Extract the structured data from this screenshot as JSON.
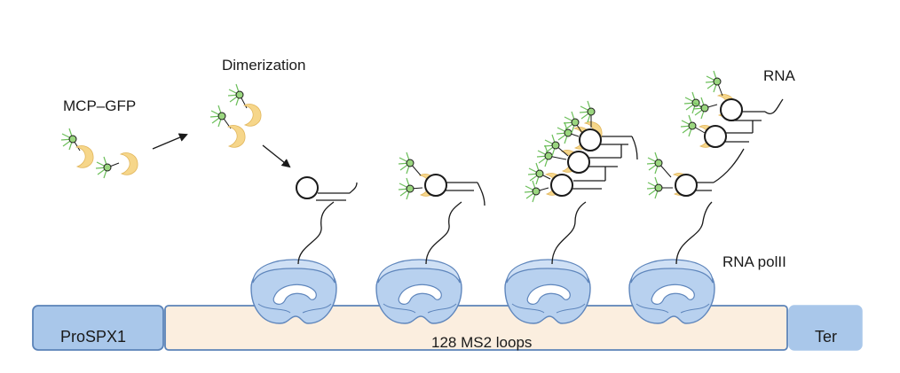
{
  "labels": {
    "mcp_gfp": "MCP–GFP",
    "dimerization": "Dimerization",
    "rna": "RNA",
    "rna_polii": "RNA polII",
    "promoter": "ProSPX1",
    "loops": "128 MS2 loops",
    "terminator": "Ter"
  },
  "colors": {
    "box_blue_fill": "#a9c7ea",
    "box_blue_stroke": "#5b83b8",
    "gene_body_fill": "#fbeedf",
    "polymerase_fill": "#b8d1ef",
    "polymerase_stroke": "#5f86bc",
    "mcp_yellow": "#f6d68a",
    "gfp_green": "#6cbf5a",
    "line_black": "#1a1a1a"
  },
  "icons": [
    "mcp-gfp-protein-icon",
    "rna-polymerase-icon",
    "ms2-hairpin-icon",
    "arrow-icon"
  ]
}
